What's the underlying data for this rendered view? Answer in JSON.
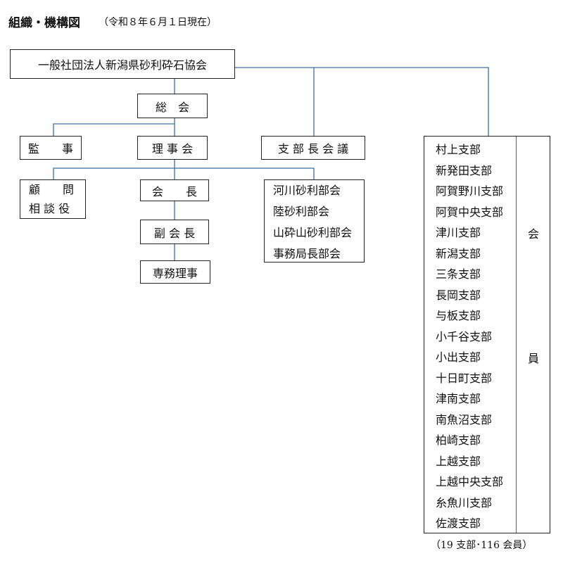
{
  "header": {
    "title": "組織・機構図",
    "date": "（令和８年６月１日現在）"
  },
  "diagram": {
    "association": "一般社団法人新潟県砂利砕石協会",
    "general_meeting": "総　会",
    "auditor": "監　　事",
    "board": "理 事 会",
    "branch_heads": "支 部 長 会 議",
    "advisors": [
      "顧　　問",
      "相 談 役"
    ],
    "president": "会　　長",
    "vice_president": "副 会 長",
    "executive_director": "専務理事",
    "sections": [
      "河川砂利部会",
      "陸砂利部会",
      "山砕山砂利部会",
      "事務局長部会"
    ]
  },
  "members": {
    "label_top": "会",
    "label_bottom": "員",
    "branches": [
      "村上支部",
      "新発田支部",
      "阿賀野川支部",
      "阿賀中央支部",
      "津川支部",
      "新潟支部",
      "三条支部",
      "長岡支部",
      "与板支部",
      "小千谷支部",
      "小出支部",
      "十日町支部",
      "津南支部",
      "南魚沼支部",
      "柏崎支部",
      "上越支部",
      "上越中央支部",
      "糸魚川支部",
      "佐渡支部"
    ],
    "note": "（19 支部･116 会員）"
  }
}
